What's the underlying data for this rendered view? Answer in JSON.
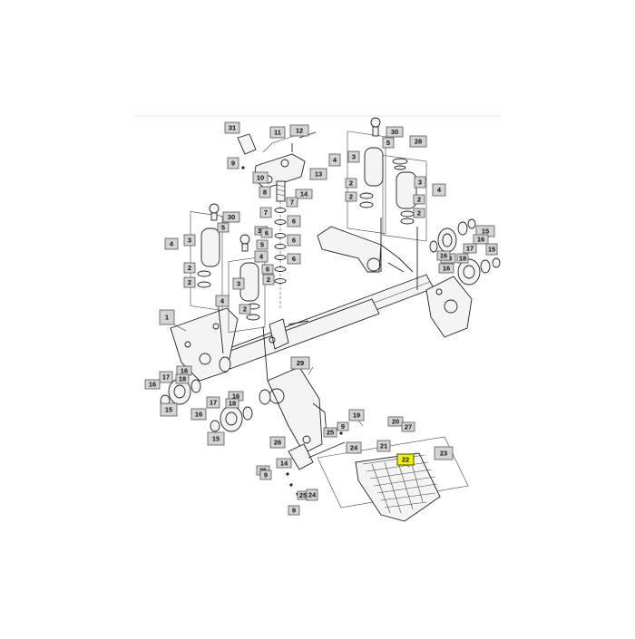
{
  "diagram": {
    "highlight_color": "#f2f200",
    "callout_fill": "#d4d4d4",
    "callouts": [
      {
        "id": "c31a",
        "label": "31"
      },
      {
        "id": "c11",
        "label": "11"
      },
      {
        "id": "c12",
        "label": "12"
      },
      {
        "id": "c30a",
        "label": "30"
      },
      {
        "id": "c5a",
        "label": "5"
      },
      {
        "id": "c28",
        "label": "28"
      },
      {
        "id": "c9a",
        "label": "9"
      },
      {
        "id": "c13",
        "label": "13"
      },
      {
        "id": "c10",
        "label": "10"
      },
      {
        "id": "c4a",
        "label": "4"
      },
      {
        "id": "c3a",
        "label": "3"
      },
      {
        "id": "c3b",
        "label": "3"
      },
      {
        "id": "c4b",
        "label": "4"
      },
      {
        "id": "c8",
        "label": "8"
      },
      {
        "id": "c14a",
        "label": "14"
      },
      {
        "id": "c2a",
        "label": "2"
      },
      {
        "id": "c2b",
        "label": "2"
      },
      {
        "id": "c2c",
        "label": "2"
      },
      {
        "id": "c2d",
        "label": "2"
      },
      {
        "id": "c7a",
        "label": "7"
      },
      {
        "id": "c7b",
        "label": "7"
      },
      {
        "id": "c6a",
        "label": "6"
      },
      {
        "id": "c30b",
        "label": "30"
      },
      {
        "id": "c5b",
        "label": "5"
      },
      {
        "id": "c15a",
        "label": "15"
      },
      {
        "id": "c30c",
        "label": "30"
      },
      {
        "id": "c6b",
        "label": "6"
      },
      {
        "id": "c16a",
        "label": "16"
      },
      {
        "id": "c4c",
        "label": "4"
      },
      {
        "id": "c3c",
        "label": "3"
      },
      {
        "id": "c5c",
        "label": "5"
      },
      {
        "id": "c6c",
        "label": "6"
      },
      {
        "id": "c17a",
        "label": "17"
      },
      {
        "id": "c18a",
        "label": "18"
      },
      {
        "id": "c15b",
        "label": "15"
      },
      {
        "id": "c4d",
        "label": "4"
      },
      {
        "id": "c16b",
        "label": "16"
      },
      {
        "id": "c18b",
        "label": "18"
      },
      {
        "id": "c16c",
        "label": "16"
      },
      {
        "id": "c2e",
        "label": "2"
      },
      {
        "id": "c6d",
        "label": "6"
      },
      {
        "id": "c6e",
        "label": "6"
      },
      {
        "id": "c2f",
        "label": "2"
      },
      {
        "id": "c3d",
        "label": "3"
      },
      {
        "id": "c4e",
        "label": "4"
      },
      {
        "id": "c2g",
        "label": "2"
      },
      {
        "id": "c2h",
        "label": "2"
      },
      {
        "id": "c1",
        "label": "1"
      },
      {
        "id": "c29",
        "label": "29"
      },
      {
        "id": "c16d",
        "label": "16"
      },
      {
        "id": "c17b",
        "label": "17"
      },
      {
        "id": "c18c",
        "label": "18"
      },
      {
        "id": "c16e",
        "label": "16"
      },
      {
        "id": "c15c",
        "label": "15"
      },
      {
        "id": "c16f",
        "label": "16"
      },
      {
        "id": "c17c",
        "label": "17"
      },
      {
        "id": "c18d",
        "label": "18"
      },
      {
        "id": "c16g",
        "label": "16"
      },
      {
        "id": "c15d",
        "label": "15"
      },
      {
        "id": "c19",
        "label": "19"
      },
      {
        "id": "c9b",
        "label": "9"
      },
      {
        "id": "c20",
        "label": "20"
      },
      {
        "id": "c25a",
        "label": "25"
      },
      {
        "id": "c27",
        "label": "27"
      },
      {
        "id": "c26",
        "label": "26"
      },
      {
        "id": "c24a",
        "label": "24"
      },
      {
        "id": "c21",
        "label": "21"
      },
      {
        "id": "c23",
        "label": "23"
      },
      {
        "id": "c22",
        "label": "22",
        "highlight": true
      },
      {
        "id": "c14b",
        "label": "14"
      },
      {
        "id": "c25b",
        "label": "25"
      },
      {
        "id": "c9c",
        "label": "9"
      },
      {
        "id": "c25c",
        "label": "25"
      },
      {
        "id": "c24b",
        "label": "24"
      },
      {
        "id": "c9d",
        "label": "9"
      }
    ]
  }
}
